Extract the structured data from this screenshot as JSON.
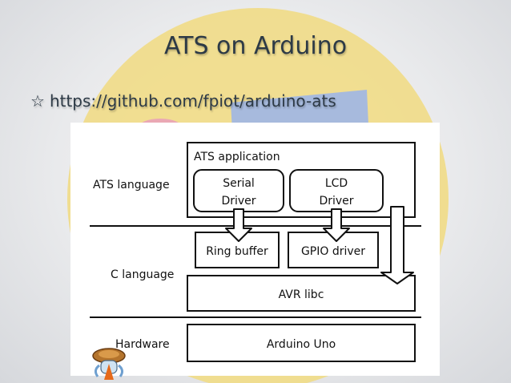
{
  "slide": {
    "title": "ATS on Arduino",
    "bullet_symbol": "☆",
    "link_text": "https://github.com/fpiot/arduino-ats"
  },
  "diagram": {
    "layers": {
      "ats_language": "ATS language",
      "c_language": "C language",
      "hardware": "Hardware"
    },
    "boxes": {
      "ats_application": "ATS application",
      "serial_driver_line1": "Serial",
      "serial_driver_line2": "Driver",
      "lcd_driver_line1": "LCD",
      "lcd_driver_line2": "Driver",
      "ring_buffer": "Ring buffer",
      "gpio_driver": "GPIO driver",
      "avr_libc": "AVR libc",
      "arduino_uno": "Arduino Uno"
    }
  },
  "colors": {
    "title_text": "#2d3a46",
    "bg_circle_yellow": "#f1dc86",
    "bg_blue_shape": "#9fb6e6",
    "bg_pink_shape": "#e9a2b8"
  }
}
